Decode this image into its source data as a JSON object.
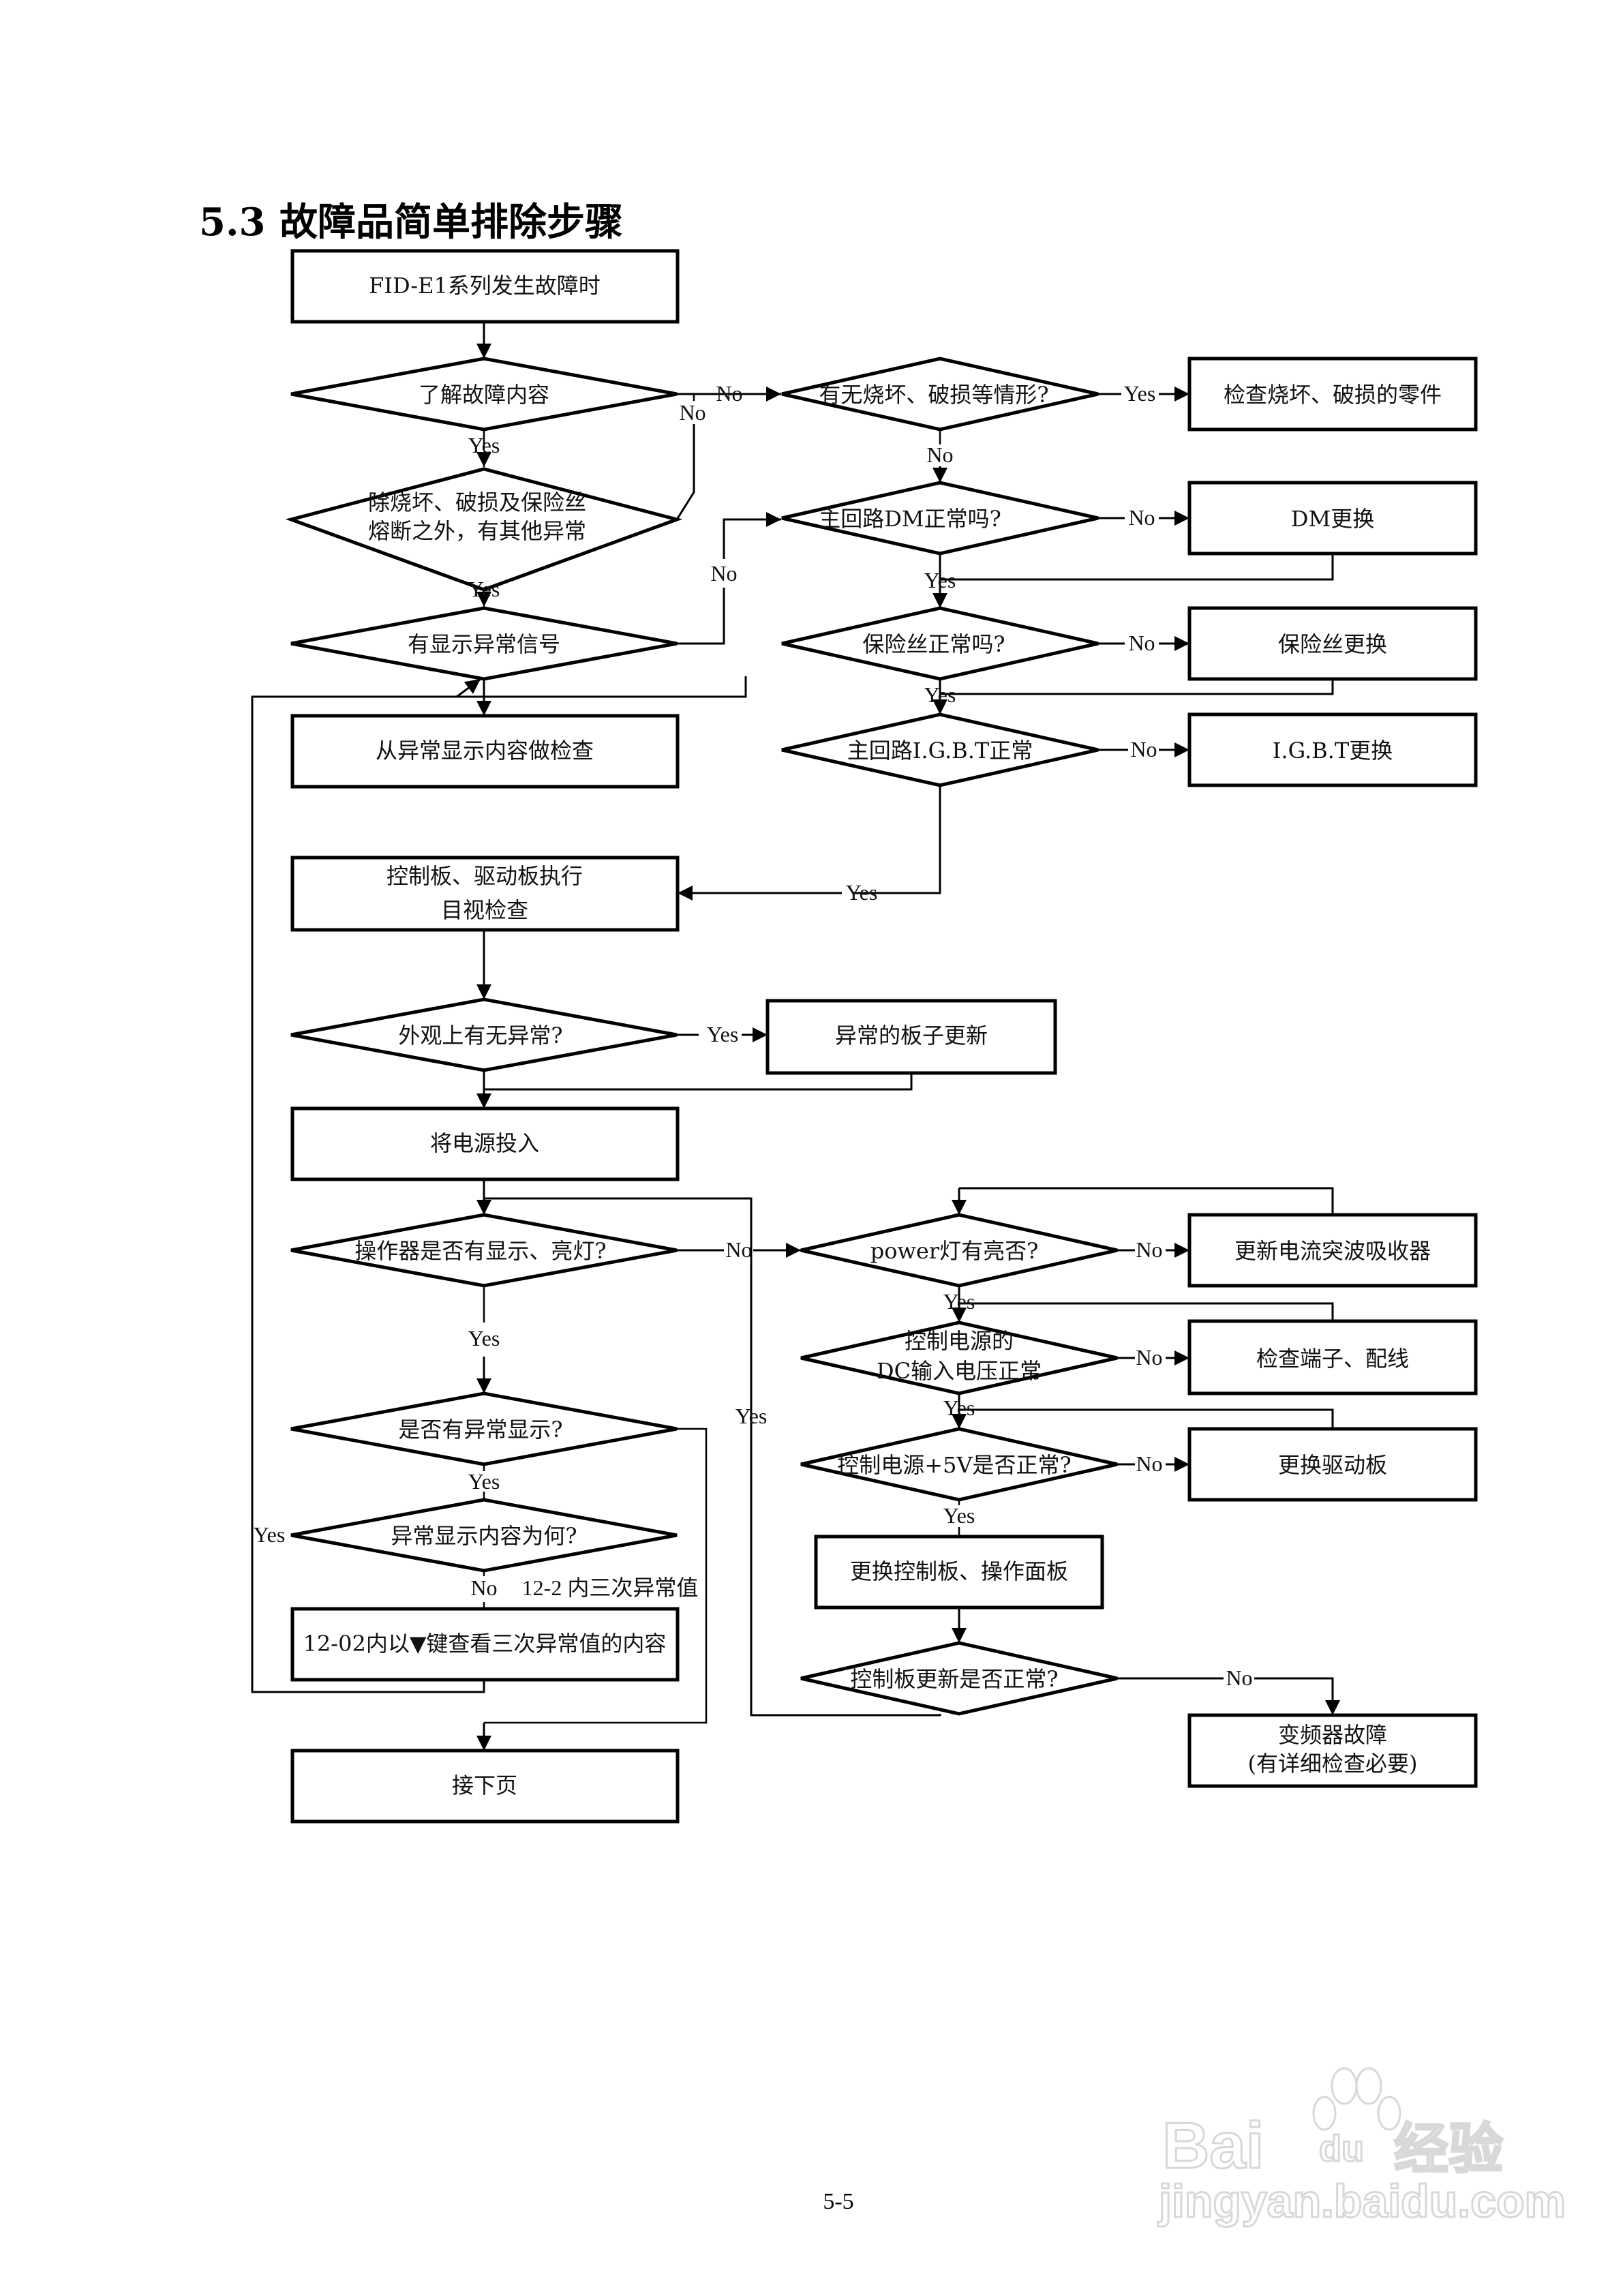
{
  "document": {
    "section_number": "5.3",
    "section_title": "故障品简单排除步骤",
    "page_number": "5-5",
    "watermark": {
      "brand": "Bai",
      "brand_paw": "du",
      "brand_cn": "经验",
      "url": "jingyan.baidu.com"
    }
  },
  "flowchart": {
    "nodes": {
      "start": "FID-E1系列发生故障时",
      "q_understand": "了解故障内容",
      "q_other_line1": "除烧坏、破损及保险丝",
      "q_other_line2": "熔断之外，有其他异常",
      "q_signal": "有显示异常信号",
      "check_display": "从异常显示内容做检查",
      "visual_line1": "控制板、驱动板执行",
      "visual_line2": "目视检查",
      "q_appearance": "外观上有无异常?",
      "replace_board": "异常的板子更新",
      "power_on": "将电源投入",
      "q_operator": "操作器是否有显示、亮灯?",
      "q_abnormal_display": "是否有异常显示?",
      "q_display_content": "异常显示内容为何?",
      "note_12_2": "12-2 内三次异常值",
      "view_12_02": "12-02内以▼键查看三次异常值的内容",
      "next_page": "接下页",
      "q_burn": "有无烧坏、破损等情形?",
      "check_burn": "检查烧坏、破损的零件",
      "q_dm": "主回路DM正常吗?",
      "replace_dm": "DM更换",
      "q_fuse": "保险丝正常吗?",
      "replace_fuse": "保险丝更换",
      "q_igbt": "主回路I.G.B.T正常",
      "replace_igbt": "I.G.B.T更换",
      "q_power_led": "power灯有亮否?",
      "replace_surge": "更新电流突波吸收器",
      "q_dc_line1": "控制电源的",
      "q_dc_line2": "DC输入电压正常",
      "check_terminal": "检查端子、配线",
      "q_5v": "控制电源+5V是否正常?",
      "replace_driver": "更换驱动板",
      "replace_control": "更换控制板、操作面板",
      "q_control_ok": "控制板更新是否正常?",
      "inverter_fault_line1": "变频器故障",
      "inverter_fault_line2": "(有详细检查必要)"
    },
    "labels": {
      "yes": "Yes",
      "no": "No"
    }
  }
}
